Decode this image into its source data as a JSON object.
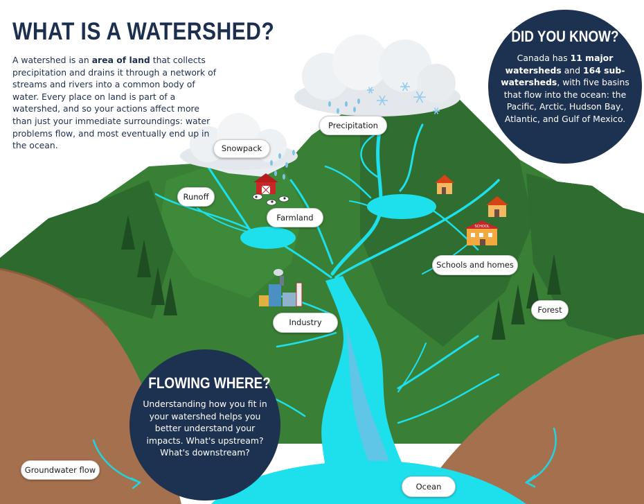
{
  "title": "WHAT IS A WATERSHED?",
  "intro": {
    "part1": "A watershed is an ",
    "bold": "area of land",
    "part2": " that collects precipitation and drains it through a network of streams and rivers into a common body of water. Every place on land is part of a watershed, and so your actions affect more than just your immediate surroundings: water problems flow, and most eventually end up in the ocean."
  },
  "did_you_know": {
    "title": "DID YOU KNOW?",
    "t1": "Canada has ",
    "b1": "11 major watersheds",
    "t2": " and ",
    "b2": "164 sub-watersheds",
    "t3": ", with five basins that flow into the ocean: the Pacific, Arctic, Hudson Bay, Atlantic, and Gulf of Mexico."
  },
  "flowing_where": {
    "title": "FLOWING WHERE?",
    "body": "Understanding how you fit in your watershed helps you better understand your impacts. What's upstream? What's downstream?"
  },
  "labels": {
    "precipitation": "Precipitation",
    "snowpack": "Snowpack",
    "runoff": "Runoff",
    "farmland": "Farmland",
    "schools_homes": "Schools and homes",
    "industry": "Industry",
    "forest": "Forest",
    "groundwater": "Groundwater flow",
    "ocean": "Ocean"
  },
  "schoolhouse": {
    "sign": "SCHOOL"
  },
  "colors": {
    "navy": "#1d3150",
    "mountain_dark": "#2e6f32",
    "mountain_mid": "#3e8c3a",
    "water": "#1ee0ec",
    "ground": "#a5704e"
  }
}
